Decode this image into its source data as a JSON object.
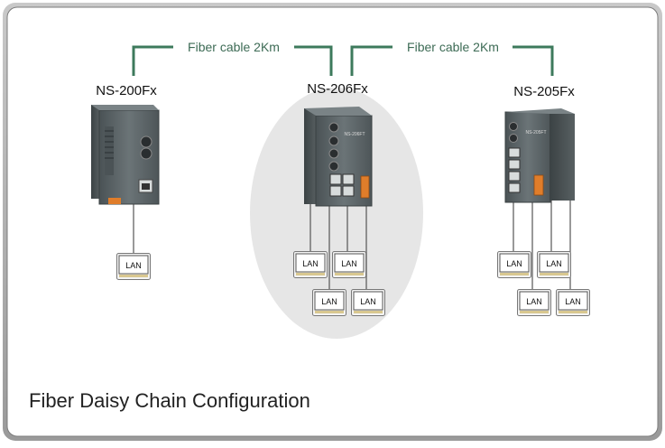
{
  "diagram": {
    "caption": "Fiber Daisy Chain Configuration",
    "cable_label_left": "Fiber cable 2Km",
    "cable_label_right": "Fiber cable 2Km",
    "device_left": "NS-200Fx",
    "device_center": "NS-206Fx",
    "device_right": "NS-205Fx",
    "device_center_faceplate": "NS-206FT",
    "device_right_faceplate": "NS-205FT",
    "lan_label": "LAN",
    "colors": {
      "frame_border": "#8a8a8a",
      "cable_line": "#3d7a5c",
      "cable_text": "#3d6b55",
      "highlight_ellipse": "#e6e6e6",
      "device_body": "#5c6568",
      "connector_orange": "#e07d2a"
    }
  }
}
